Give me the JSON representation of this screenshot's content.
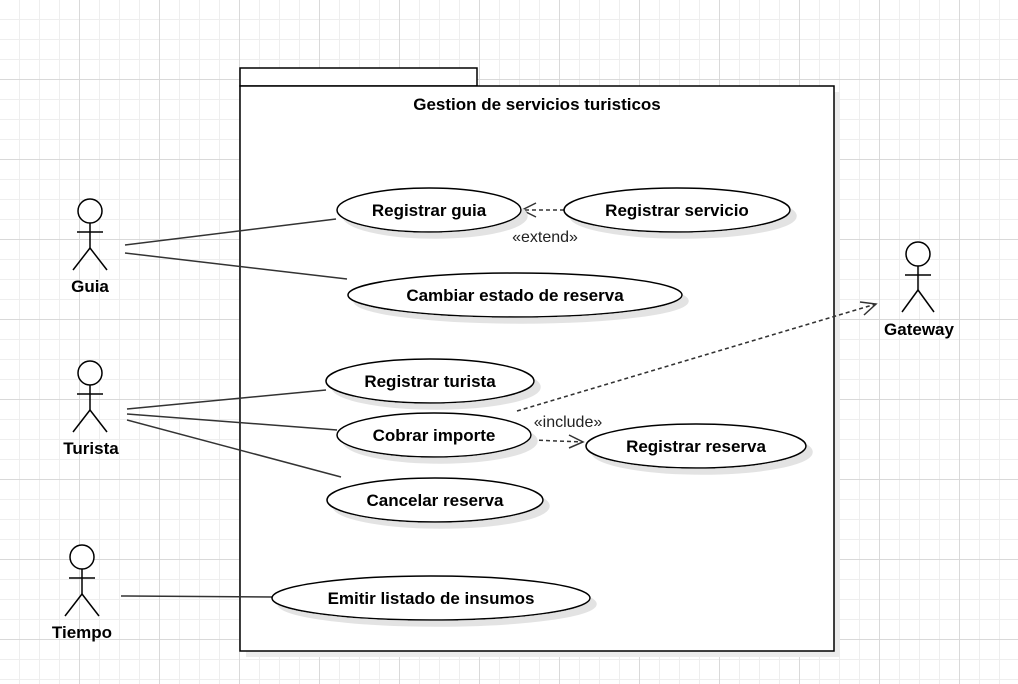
{
  "package": {
    "title": "Gestion de servicios turisticos"
  },
  "actors": {
    "guia": "Guia",
    "turista": "Turista",
    "tiempo": "Tiempo",
    "gateway": "Gateway"
  },
  "use_cases": {
    "registrar_guia": "Registrar guia",
    "registrar_servicio": "Registrar servicio",
    "cambiar_estado": "Cambiar estado de reserva",
    "registrar_turista": "Registrar turista",
    "cobrar_importe": "Cobrar importe",
    "registrar_reserva": "Registrar reserva",
    "cancelar_reserva": "Cancelar reserva",
    "emitir_listado": "Emitir listado de insumos"
  },
  "relations": {
    "extend_label": "«extend»",
    "include_label": "«include»"
  },
  "colors": {
    "stroke": "#000000",
    "shadow": "#e6e6e6",
    "grid_major": "#d9d9d9",
    "grid_minor": "#eeeeee"
  }
}
